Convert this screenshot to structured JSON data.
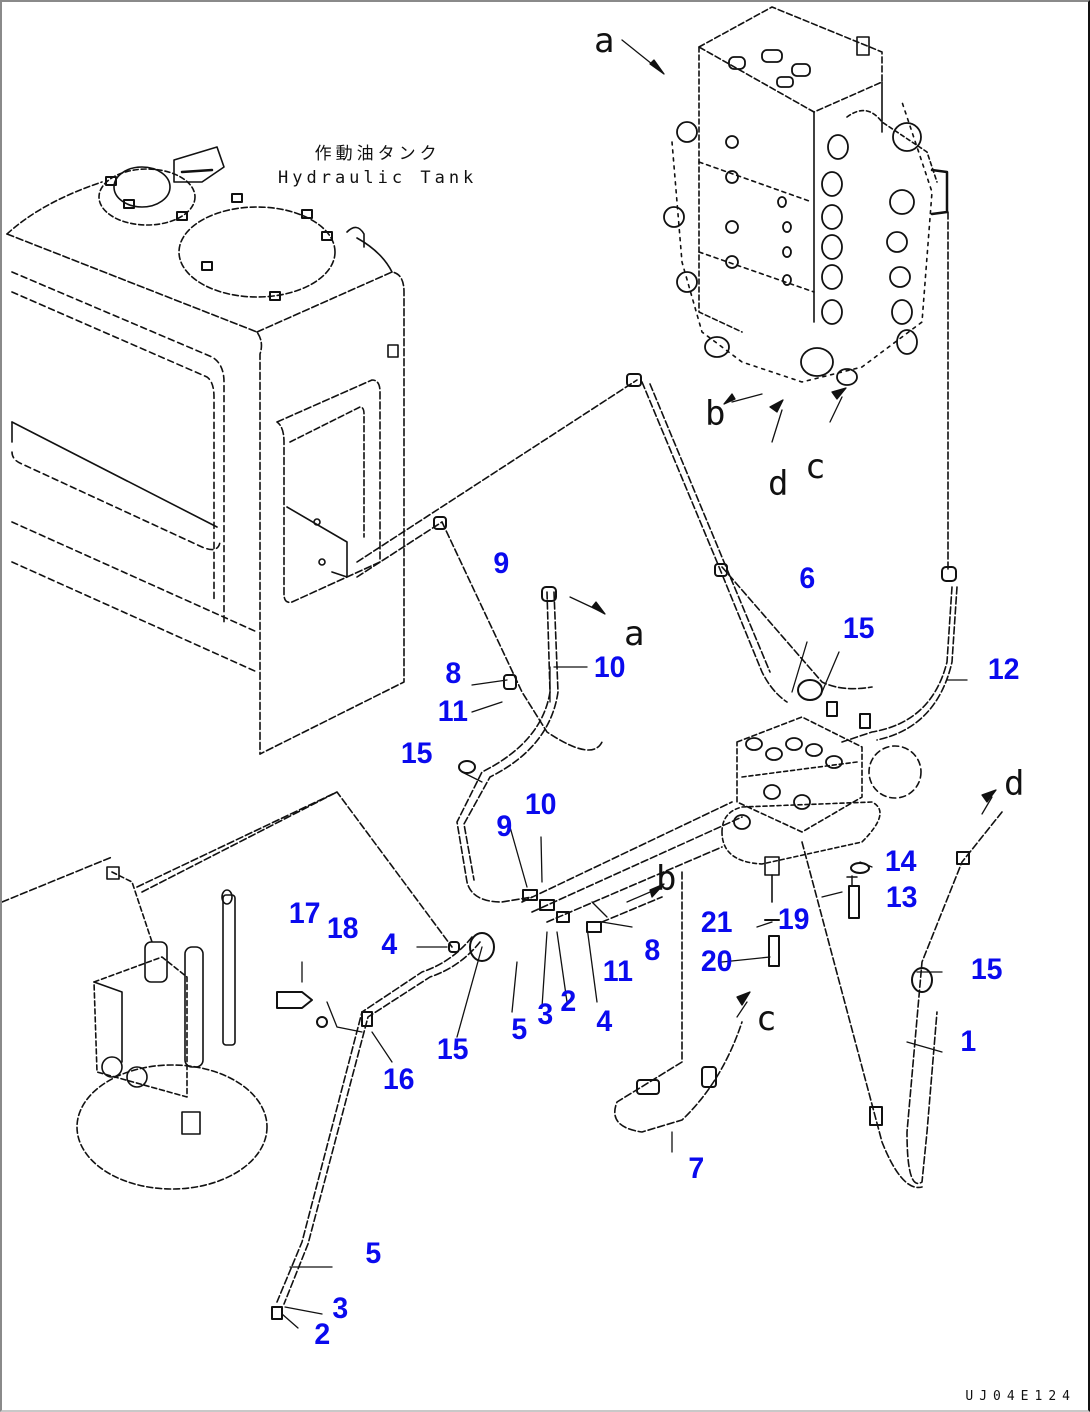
{
  "diagram": {
    "title_jp": "作動油タンク",
    "title_en": "Hydraulic Tank",
    "drawing_id": "UJ04E124",
    "components": [
      "hydraulic-tank",
      "main-control-valve",
      "solenoid-valve-block",
      "swivel-joint-valve"
    ],
    "callouts": [
      {
        "id": "c1",
        "label": "1"
      },
      {
        "id": "c2a",
        "label": "2"
      },
      {
        "id": "c2b",
        "label": "2"
      },
      {
        "id": "c3a",
        "label": "3"
      },
      {
        "id": "c3b",
        "label": "3"
      },
      {
        "id": "c4a",
        "label": "4"
      },
      {
        "id": "c4b",
        "label": "4"
      },
      {
        "id": "c5a",
        "label": "5"
      },
      {
        "id": "c5b",
        "label": "5"
      },
      {
        "id": "c6",
        "label": "6"
      },
      {
        "id": "c7",
        "label": "7"
      },
      {
        "id": "c8a",
        "label": "8"
      },
      {
        "id": "c8b",
        "label": "8"
      },
      {
        "id": "c9a",
        "label": "9"
      },
      {
        "id": "c9b",
        "label": "9"
      },
      {
        "id": "c10a",
        "label": "10"
      },
      {
        "id": "c10b",
        "label": "10"
      },
      {
        "id": "c11a",
        "label": "11"
      },
      {
        "id": "c11b",
        "label": "11"
      },
      {
        "id": "c12",
        "label": "12"
      },
      {
        "id": "c13",
        "label": "13"
      },
      {
        "id": "c14",
        "label": "14"
      },
      {
        "id": "c15a",
        "label": "15"
      },
      {
        "id": "c15b",
        "label": "15"
      },
      {
        "id": "c15c",
        "label": "15"
      },
      {
        "id": "c15d",
        "label": "15"
      },
      {
        "id": "c16",
        "label": "16"
      },
      {
        "id": "c17",
        "label": "17"
      },
      {
        "id": "c18",
        "label": "18"
      },
      {
        "id": "c19",
        "label": "19"
      },
      {
        "id": "c20",
        "label": "20"
      },
      {
        "id": "c21",
        "label": "21"
      }
    ],
    "connection_letters": [
      {
        "id": "la1",
        "label": "a"
      },
      {
        "id": "la2",
        "label": "a"
      },
      {
        "id": "lb1",
        "label": "b"
      },
      {
        "id": "lb2",
        "label": "b"
      },
      {
        "id": "lc1",
        "label": "c"
      },
      {
        "id": "lc2",
        "label": "c"
      },
      {
        "id": "ld1",
        "label": "d"
      },
      {
        "id": "ld2",
        "label": "d"
      }
    ]
  }
}
